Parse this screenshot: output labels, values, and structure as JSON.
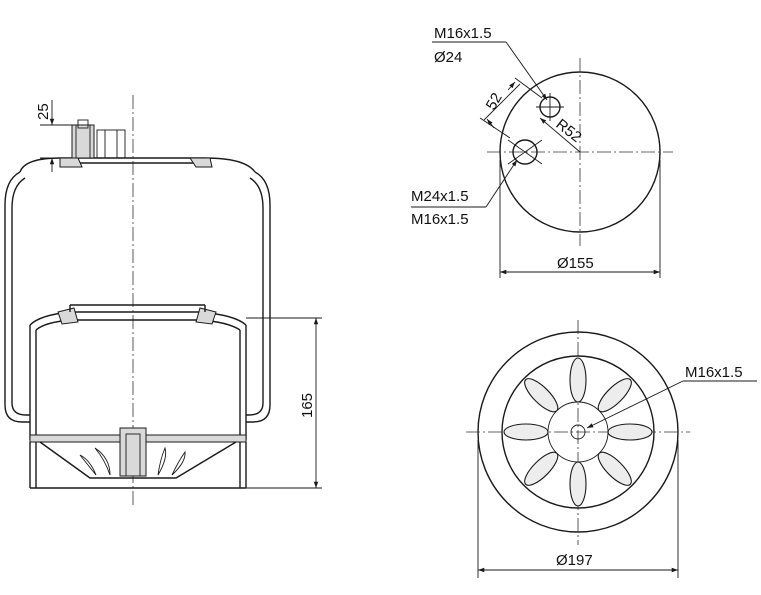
{
  "side_view": {
    "dim_top_height": "25",
    "dim_total_height": "165"
  },
  "top_plate": {
    "thread_label": "M16x1.5",
    "hole_dia_label": "Ø24",
    "offset_label": "52",
    "radius_label": "R52",
    "thread_label_2": "M24x1.5",
    "thread_label_3": "M16x1.5",
    "diameter_label": "Ø155"
  },
  "bottom_piston": {
    "thread_label": "M16x1.5",
    "diameter_label": "Ø197"
  }
}
